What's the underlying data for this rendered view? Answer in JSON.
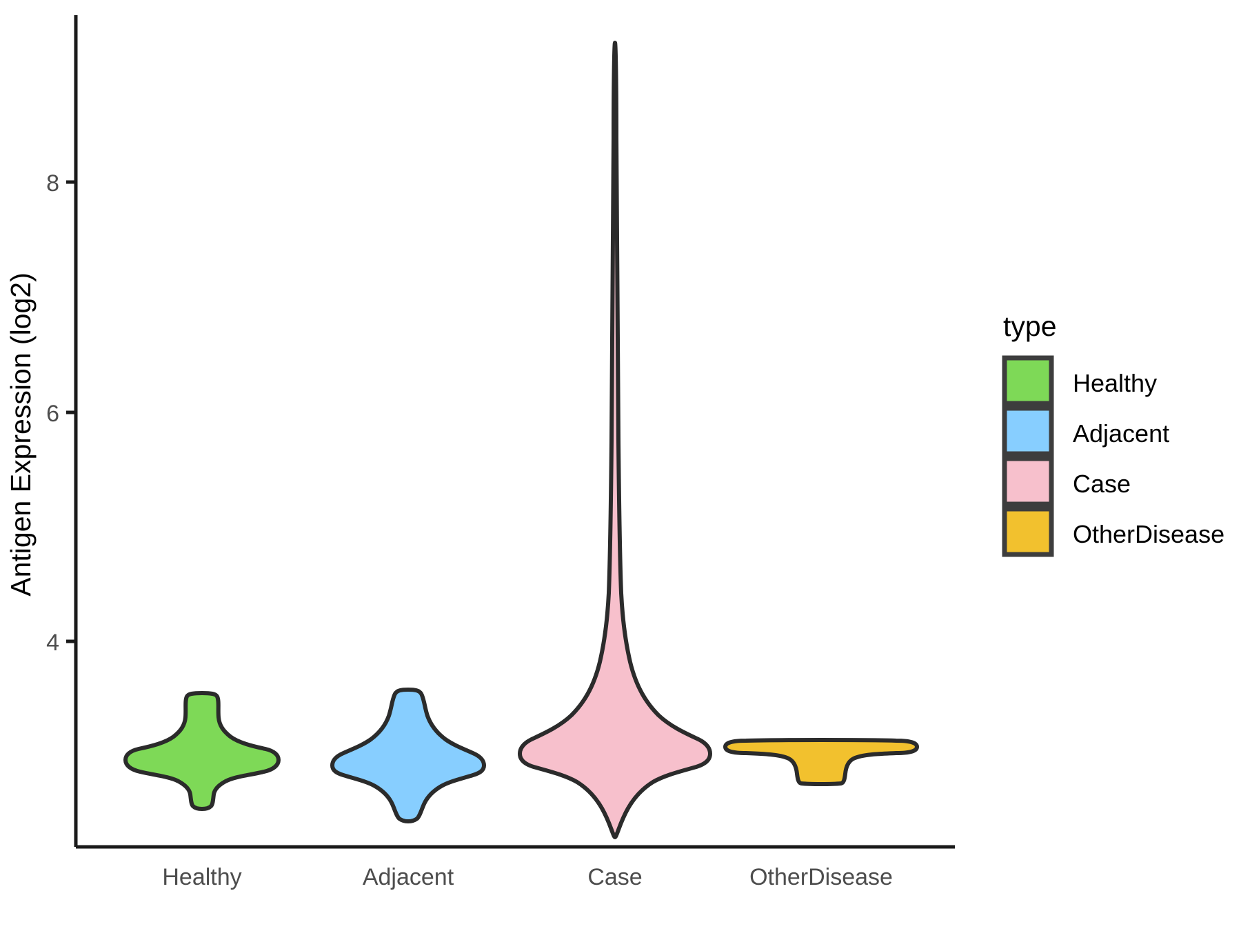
{
  "chart_data": {
    "type": "violin",
    "title": "",
    "xlabel": "",
    "ylabel": "Antigen Expression (log2)",
    "categories": [
      "Healthy",
      "Adjacent",
      "Case",
      "OtherDisease"
    ],
    "ytick_labels": [
      "8",
      "6",
      "4"
    ],
    "ytick_values": [
      8,
      6,
      4
    ],
    "ylim": [
      2.55,
      9.3
    ],
    "grid": false,
    "legend_position": "right",
    "legend_title": "type",
    "series": [
      {
        "name": "Healthy",
        "color": "#7ed957",
        "median": 3.07,
        "min": 2.82,
        "max": 3.43,
        "peak_density_value": 3.05
      },
      {
        "name": "Adjacent",
        "color": "#87ceff",
        "median": 3.06,
        "min": 2.78,
        "max": 3.45,
        "peak_density_value": 3.1
      },
      {
        "name": "Case",
        "color": "#f7c0cc",
        "median": 3.05,
        "min": 2.72,
        "max": 9.25,
        "peak_density_value": 3.05
      },
      {
        "name": "OtherDisease",
        "color": "#f2c12e",
        "median": 3.1,
        "min": 2.86,
        "max": 3.18,
        "peak_density_value": 3.14
      }
    ]
  },
  "axis": {
    "y_title": "Antigen Expression (log2)",
    "y_ticks": [
      {
        "label": "8",
        "y": 264
      },
      {
        "label": "6",
        "y": 598
      },
      {
        "label": "4",
        "y": 930
      }
    ],
    "x_ticks": [
      {
        "label": "Healthy",
        "x": 293
      },
      {
        "label": "Adjacent",
        "x": 592
      },
      {
        "label": "Case",
        "x": 892
      },
      {
        "label": "OtherDisease",
        "x": 1191
      }
    ]
  },
  "legend": {
    "title": "type",
    "items": [
      {
        "label": "Healthy",
        "color": "#7ed957"
      },
      {
        "label": "Adjacent",
        "color": "#87ceff"
      },
      {
        "label": "Case",
        "color": "#f7c0cc"
      },
      {
        "label": "OtherDisease",
        "color": "#f2c12e"
      }
    ]
  },
  "colors": {
    "healthy": "#7ed957",
    "adjacent": "#87ceff",
    "case": "#f7c0cc",
    "other_disease": "#f2c12e",
    "outline": "#2b2b2b",
    "axis": "#1a1a1a",
    "tick_text": "#4d4d4d",
    "background": "#ffffff"
  }
}
